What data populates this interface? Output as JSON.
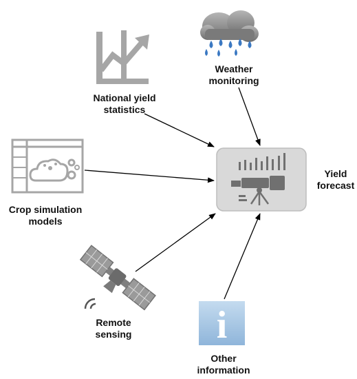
{
  "diagram": {
    "target": {
      "name": "yield-forecast",
      "label_lines": [
        "Yield",
        "forecast"
      ]
    },
    "sources": [
      {
        "name": "weather-monitoring",
        "label_lines": [
          "Weather",
          "monitoring"
        ],
        "icon": "rain-cloud-icon"
      },
      {
        "name": "national-yield-statistics",
        "label_lines": [
          "National yield",
          "statistics"
        ],
        "icon": "trend-chart-icon"
      },
      {
        "name": "crop-simulation-models",
        "label_lines": [
          "Crop simulation",
          "models"
        ],
        "icon": "simulation-screen-icon"
      },
      {
        "name": "remote-sensing",
        "label_lines": [
          "Remote",
          "sensing"
        ],
        "icon": "satellite-icon"
      },
      {
        "name": "other-information",
        "label_lines": [
          "Other",
          "information"
        ],
        "icon": "info-icon"
      }
    ],
    "edges": [
      {
        "from": "national-yield-statistics",
        "to": "yield-forecast"
      },
      {
        "from": "weather-monitoring",
        "to": "yield-forecast"
      },
      {
        "from": "crop-simulation-models",
        "to": "yield-forecast"
      },
      {
        "from": "remote-sensing",
        "to": "yield-forecast"
      },
      {
        "from": "other-information",
        "to": "yield-forecast"
      }
    ],
    "colors": {
      "icon_gray": "#a6a6a6",
      "target_box_fill": "#d9d9d9",
      "target_box_stroke": "#bdbdbd",
      "cloud": "#8c8c8c",
      "rain": "#3a78c2",
      "info_fill": "#a9c7e3",
      "arrow": "#000000"
    }
  }
}
